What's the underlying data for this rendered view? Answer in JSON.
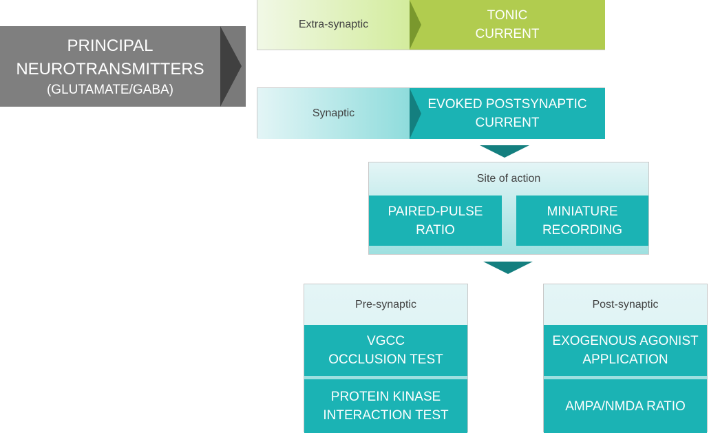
{
  "principal": {
    "line1": "PRINCIPAL",
    "line2": "NEUROTRANSMITTERS",
    "line3": "(GLUTAMATE/GABA)"
  },
  "extra_synaptic": {
    "label": "Extra-synaptic",
    "result_line1": "TONIC",
    "result_line2": "CURRENT"
  },
  "synaptic": {
    "label": "Synaptic",
    "result_line1": "EVOKED POSTSYNAPTIC",
    "result_line2": "CURRENT"
  },
  "site_of_action": {
    "header": "Site of action",
    "methods": [
      {
        "line1": "PAIRED-PULSE",
        "line2": "RATIO"
      },
      {
        "line1": "MINIATURE",
        "line2": "RECORDING"
      }
    ]
  },
  "pre_synaptic": {
    "header": "Pre-synaptic",
    "tests": [
      {
        "line1": "VGCC",
        "line2": "OCCLUSION TEST"
      },
      {
        "line1": "PROTEIN KINASE",
        "line2": "INTERACTION TEST"
      }
    ]
  },
  "post_synaptic": {
    "header": "Post-synaptic",
    "tests": [
      {
        "line1": "EXOGENOUS AGONIST",
        "line2": "APPLICATION"
      },
      {
        "line1": "AMPA/NMDA RATIO",
        "line2": ""
      }
    ]
  },
  "colors": {
    "principal_gray": "#7f7f7f",
    "green_accent": "#b1cc4f",
    "teal_accent": "#1bb3b4",
    "dark_teal_arrow": "#147f7f"
  }
}
